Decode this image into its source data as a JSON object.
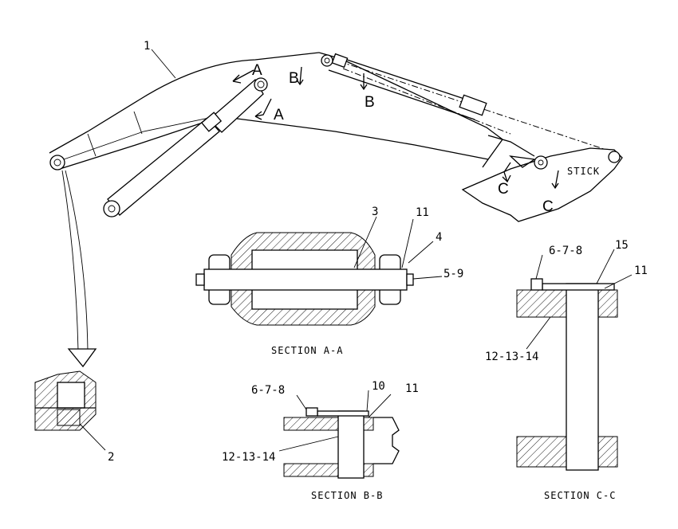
{
  "callouts": {
    "c1": "1",
    "c2": "2",
    "c3": "3",
    "c4": "4",
    "c5_9": "5-9",
    "c11_aa": "11",
    "c6_7_8_cc": "6-7-8",
    "c15": "15",
    "c11_cc": "11",
    "c12_13_14_cc": "12-13-14",
    "c6_7_8_bb": "6-7-8",
    "c10": "10",
    "c11_bb": "11",
    "c12_13_14_bb": "12-13-14"
  },
  "section_markers": {
    "a_top": "A",
    "a_bottom": "A",
    "b_left": "B",
    "b_right": "B",
    "c_left": "C",
    "c_right": "C"
  },
  "stick_label": "STICK",
  "section_titles": {
    "aa": "SECTION A-A",
    "bb": "SECTION B-B",
    "cc": "SECTION C-C"
  }
}
